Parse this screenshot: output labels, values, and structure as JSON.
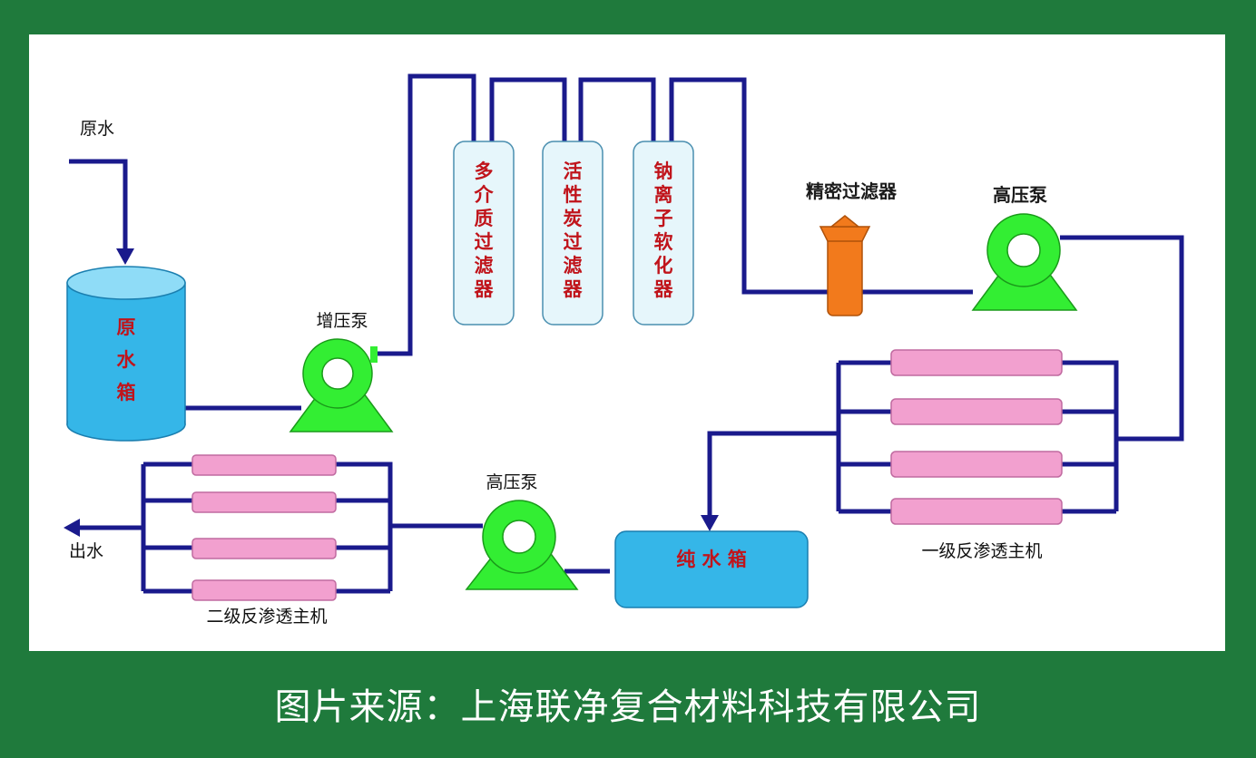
{
  "labels": {
    "raw_water": "原水",
    "raw_tank": [
      "原",
      "水",
      "箱"
    ],
    "booster_pump": "增压泵",
    "filter_multimedia": "多介质过滤器",
    "filter_carbon": "活性炭过滤器",
    "filter_softener": "钠离子软化器",
    "precision_filter": "精密过滤器",
    "high_pressure_pump_1": "高压泵",
    "ro_stage_1": "一级反渗透主机",
    "pure_tank": "纯 水 箱",
    "high_pressure_pump_2": "高压泵",
    "ro_stage_2": "二级反渗透主机",
    "out_water": "出水"
  },
  "caption": "图片来源：上海联净复合材料科技有限公司",
  "colors": {
    "frame": "#1f7a3c",
    "pipe": "#1a1a8c",
    "tank": "#35b6e8",
    "pump": "#33ee33",
    "filter_vessel": "#e6f6fb",
    "membrane": "#f2a0cf",
    "precision": "#f27a1c"
  }
}
